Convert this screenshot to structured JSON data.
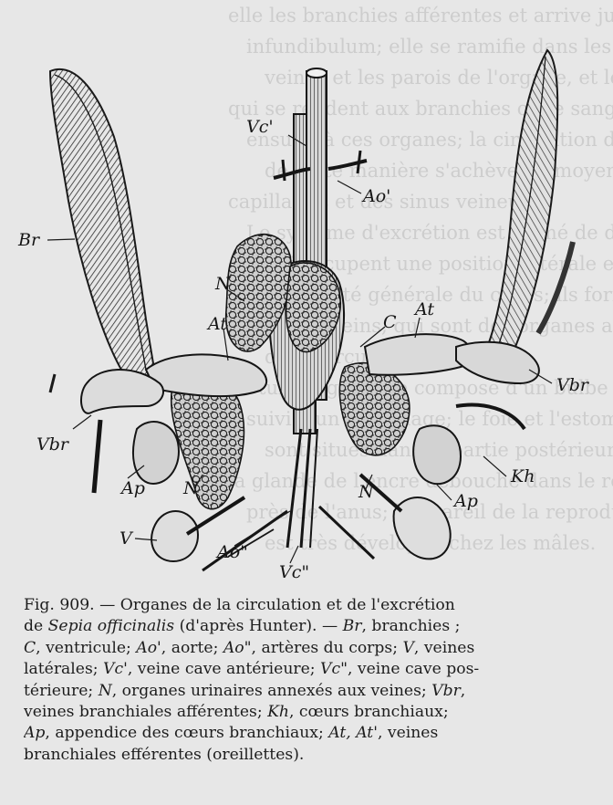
{
  "figure": {
    "labels": {
      "br": "Br",
      "vc1": "Vc'",
      "ao1": "Ao'",
      "n_top": "N",
      "at_left": "At",
      "c": "C",
      "at_right": "At",
      "vbr_left": "Vbr",
      "vbr_right": "Vbr",
      "kh": "Kh",
      "ap_left": "Ap",
      "n_left": "N",
      "n_right": "N",
      "ap_right": "Ap",
      "v": "V",
      "ao2": "Ao\"",
      "vc2": "Vc\""
    }
  },
  "caption": {
    "fig_number": "Fig. 909.",
    "title_part1": "— Organes de la circulation et de l'excrétion",
    "title_de": "de",
    "species": "Sepia officinalis",
    "after": "(d'après Hunter). —",
    "legend": {
      "br_key": "Br",
      "br_text": ", branchies ;",
      "c_key": "C",
      "c_text": ", ventricule;",
      "ao1_key": "Ao'",
      "ao1_text": ", aorte;",
      "ao2_key": "Ao\"",
      "ao2_text": ", artères du corps;",
      "v_key": "V",
      "v_text": ", veines",
      "v_text2": "latérales;",
      "vc1_key": "Vc'",
      "vc1_text": ", veine cave antérieure;",
      "vc2_key": "Vc\"",
      "vc2_text": ", veine cave pos-",
      "vc2_text2": "térieure;",
      "n_key": "N",
      "n_text": ", organes urinaires annexés aux veines;",
      "vbr_key": "Vbr",
      "vbr_text": ",",
      "vbr_text2": "veines branchiales afférentes;",
      "kh_key": "Kh",
      "kh_text": ", cœurs branchiaux;",
      "ap_key": "Ap",
      "ap_text": ", appendice des cœurs branchiaux;",
      "at_key": "At, At'",
      "at_text": ", veines",
      "at_text2": "branchiales efférentes (oreillettes)."
    }
  },
  "ghost_text": [
    "elle les branchies afférentes et arrive jusqu'au",
    "infundibulum; elle se ramifie dans les deux",
    "veines et les parois de l'organe, et les vaisseaux",
    "qui se rendent aux branchies où le sang vient",
    "ensuite à ces organes; la circulation dans le corps",
    "de cette manière s'achève au moyen de deux",
    "capillaires et des sinus veineux.",
    "Le système d'excrétion est formé de deux sacs",
    "qui occupent une position latérale et symétrique",
    "dans la cavité générale du corps; ils forment",
    "les deux reins, qui sont des organes annexes",
    "de la circulation veineuse.",
    "Le tube digestif se compose d'un bulbe buccal",
    "suivi d'un œsophage; le foie et l'estomac",
    "sont situés dans la partie postérieure du corps;",
    "la glande de l'encre débouche dans le rectum",
    "près de l'anus; l'appareil de la reproduction",
    "est très développé chez les mâles."
  ]
}
